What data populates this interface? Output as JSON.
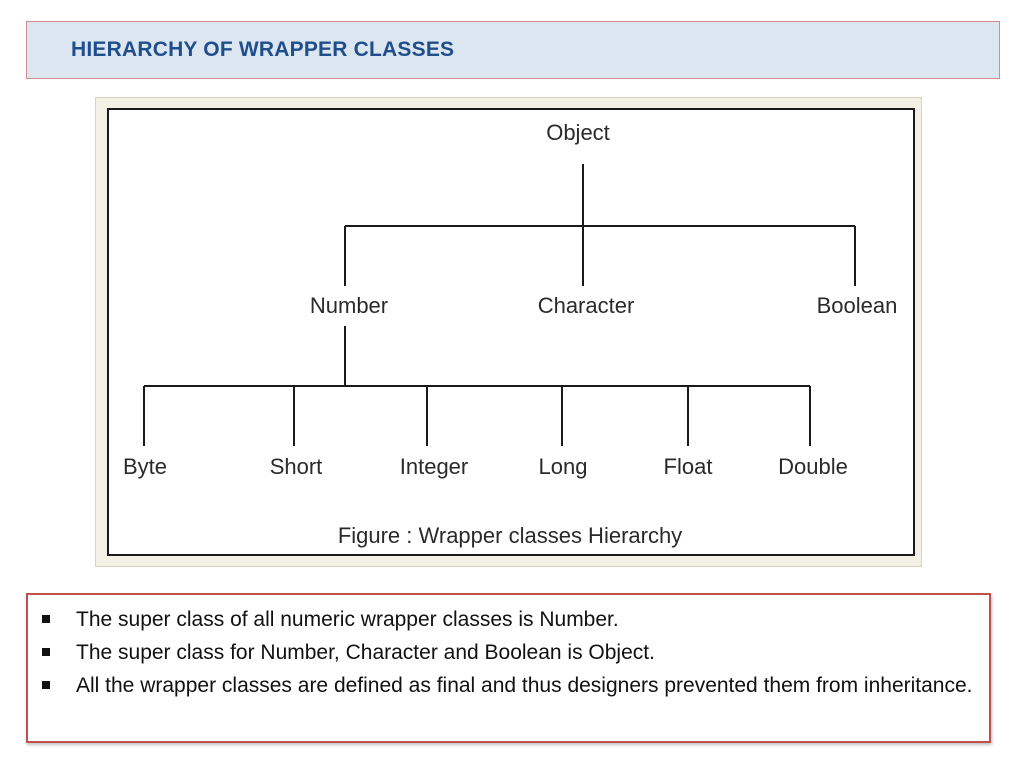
{
  "title": "HIERARCHY OF WRAPPER CLASSES",
  "diagram": {
    "root": "Object",
    "level1": [
      "Number",
      "Character",
      "Boolean"
    ],
    "level2": [
      "Byte",
      "Short",
      "Integer",
      "Long",
      "Float",
      "Double"
    ],
    "caption": "Figure : Wrapper classes Hierarchy"
  },
  "notes": [
    "The super class of all numeric wrapper classes is Number.",
    "The super class for Number, Character and Boolean is Object.",
    "All the wrapper classes are defined as final and thus designers prevented them from inheritance."
  ]
}
